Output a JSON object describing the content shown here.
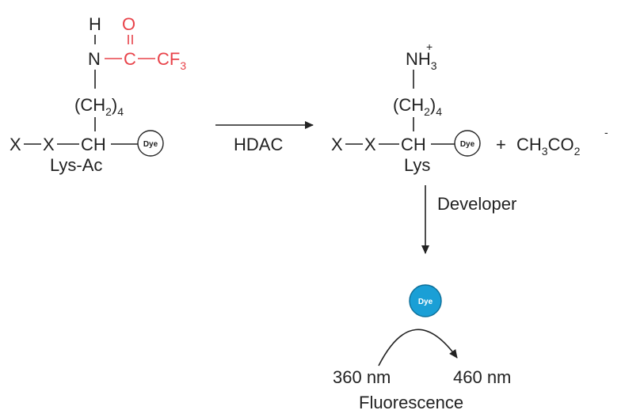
{
  "substrate": {
    "h": "H",
    "n": "N",
    "c": "C",
    "o": "O",
    "cf3_base": "CF",
    "cf3_sub": "3",
    "chain_open": "(CH",
    "chain_sub": "2",
    "chain_close": ")",
    "chain_count": "4",
    "x1": "X",
    "x2": "X",
    "ch": "CH",
    "dye": "Dye",
    "label": "Lys-Ac"
  },
  "reaction": {
    "enzyme": "HDAC",
    "developer": "Developer"
  },
  "product": {
    "nh3_base": "NH",
    "nh3_sub": "3",
    "nh3_charge": "+",
    "chain_open": "(CH",
    "chain_sub": "2",
    "chain_close": ")",
    "chain_count": "4",
    "x1": "X",
    "x2": "X",
    "ch": "CH",
    "dye": "Dye",
    "label": "Lys",
    "plus": "+",
    "acetate_base": "CH",
    "acetate_sub1": "3",
    "acetate_mid": "CO",
    "acetate_sub2": "2",
    "acetate_charge": "-"
  },
  "released": {
    "dye": "Dye",
    "excitation": "360 nm",
    "emission": "460 nm",
    "caption": "Fluorescence"
  },
  "colors": {
    "acyl_red": "#e8434a",
    "dye_blue": "#1a9fd6",
    "ink": "#222222"
  }
}
